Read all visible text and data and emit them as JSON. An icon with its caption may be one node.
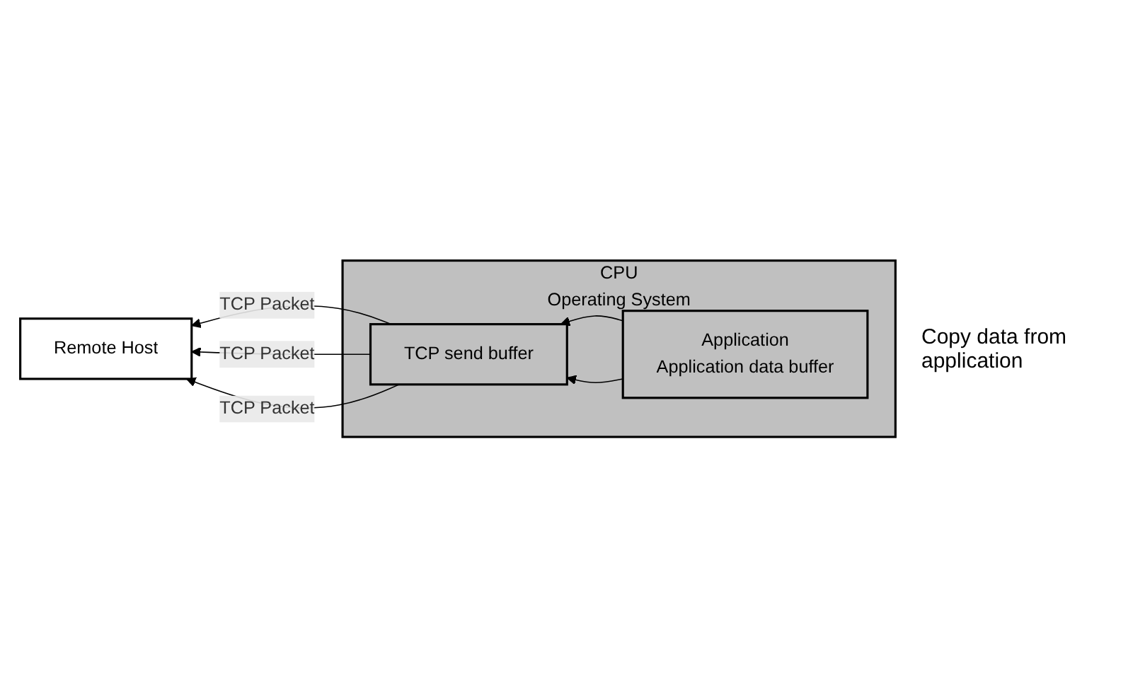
{
  "diagram": {
    "nodes": [
      {
        "text": [
          "CPU",
          "Operating System"
        ]
      },
      {
        "text": [
          "Remote Host"
        ]
      },
      {
        "text": [
          "TCP send buffer"
        ],
        "in": 0
      },
      {
        "text": [
          "Application",
          "Application data buffer"
        ],
        "in": 0
      }
    ],
    "edges": [
      {
        "from": 2,
        "to": 1,
        "arrow": "to",
        "label": "TCP Packet"
      },
      {
        "from": 2,
        "to": 1,
        "arrow": "to",
        "label": "TCP Packet"
      },
      {
        "from": 2,
        "to": 1,
        "arrow": "to",
        "label": "TCP Packet"
      },
      {
        "from": 3,
        "to": 2,
        "arrow": "to"
      },
      {
        "from": 3,
        "to": 2,
        "arrow": "to"
      }
    ],
    "labels": [
      "Copy data from application"
    ]
  }
}
